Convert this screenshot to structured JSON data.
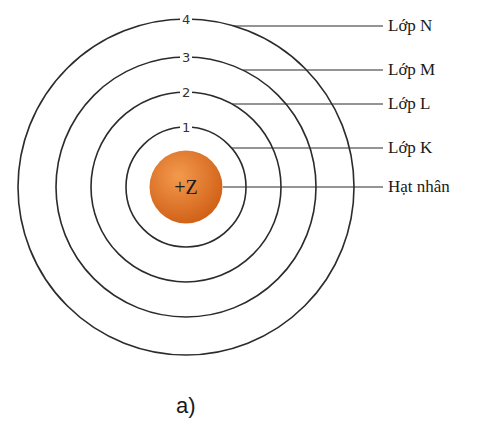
{
  "diagram": {
    "caption": "a)",
    "nodes": [
      {
        "text": [
          "+Z"
        ]
      }
    ],
    "labels": [
      "4",
      "3",
      "2",
      "1",
      "Lớp N",
      "Lớp M",
      "Lớp L",
      "Lớp K",
      "Hạt nhân"
    ]
  }
}
